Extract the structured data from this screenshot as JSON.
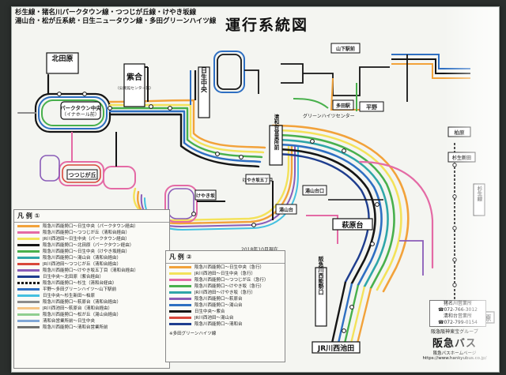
{
  "header": {
    "line_names_1": "杉生線・猪名川パークタウン線・つつじが丘線・けやき坂線",
    "line_names_2": "湯山台・松が丘系統・日生ニュータウン線・多田グリーンハイツ線",
    "title": "運行系統図"
  },
  "map": {
    "colors": {
      "orange": "#f2a23a",
      "yellow": "#f3e25a",
      "green": "#48b04c",
      "blue": "#2e6fc2",
      "teal": "#2fa6a8",
      "navy": "#1e3d8e",
      "pink": "#e46aa5",
      "purple": "#8a5cb8",
      "black": "#151515",
      "gray": "#8c8c8c",
      "cyan": "#44c0e0",
      "red": "#d8473b"
    },
    "stops": {
      "kitatawara": "北田原",
      "park_town": "パークタウン中央",
      "park_town_sub": "（イナホール前）",
      "tsutsujigaoka_left": "つつじが丘",
      "nisshin_chuo": "日生中央",
      "murasakinodai": "紫合",
      "murasakinodai_center": "（公民館センター前）",
      "keyakizaka5": "けやき坂五丁目",
      "keyakizaka": "けやき坂",
      "yuyamadai": "湯山台口",
      "yuyamadai2": "湯山台",
      "kiyoshikojin": "清和台営業所前",
      "hagiwaradai": "萩原台",
      "hagiwaradai_w": "萩原台",
      "kawanishi_noseguchi": "阪急川西能勢口",
      "jr_kawanishi_ikeda": "JR川西池田",
      "hiranobashi": "平野",
      "yamashita": "山下駅前",
      "tada": "多田駅",
      "sugio": "杉生",
      "sugio_line": "杉生線",
      "kitatawara_r": "北田原",
      "kashiwara": "柏原",
      "sugio_shinden": "杉生新田",
      "greenheights": "グリーンハイツセンター"
    }
  },
  "legend1": {
    "title": "凡 例 ①",
    "rows": [
      "阪急川西能勢口～日生中央（パークタウン経由）",
      "阪急川西能勢口～つつじが丘（清和台経由）",
      "JR川西池田～日生中央（パークタウン経由）",
      "阪急川西能勢口～北田原（パークタウン経由）",
      "阪急川西能勢口～日生中央（けやき坂経由）",
      "阪急川西能勢口～湯山台（清和台経由）",
      "JR川西池田～つつじが丘（清和台経由）",
      "阪急川西能勢口～けやき坂五丁目（清和台経由）",
      "日生中央～北田原（紫合経由）",
      "阪急川西能勢口～杉生（清和台経由）",
      "平野～多田グリーンハイツ～山下駅前",
      "日生中央～杉生新田～柏原",
      "阪急川西能勢口～萩原台（清和台経由）",
      "JR川西池田～萩原台（清和台経由）",
      "阪急川西能勢口～松が丘（湯山台経由）",
      "清和台営業所前～日生中央",
      "阪急川西能勢口～清和台営業所前"
    ]
  },
  "legend2": {
    "title": "凡 例 ②",
    "rows": [
      "阪急川西能勢口～日生中央（急行）",
      "JR川西池田～日生中央（急行）",
      "阪急川西能勢口～つつじが丘（急行）",
      "阪急川西能勢口～けやき坂（急行）",
      "JR川西池田～けやき坂（急行）",
      "阪急川西能勢口～萩原台",
      "阪急川西能勢口～湯山台",
      "日生中央～紫合",
      "JR川西池田～湯山台",
      "阪急川西能勢口～清和台"
    ],
    "footnote": "※多田グリーンハイツ線"
  },
  "date": "2018年10月現在",
  "offices": {
    "line1": "猪名川営業所",
    "tel1": "☎072-766-3012",
    "line2": "清和台営業所",
    "tel2": "☎072-799-0154"
  },
  "brand": {
    "group": "阪急阪神東宝グループ",
    "name": "阪急バス",
    "hp": "阪急バスホームページ",
    "url": "https://www.hankyubus.co.jp/"
  }
}
